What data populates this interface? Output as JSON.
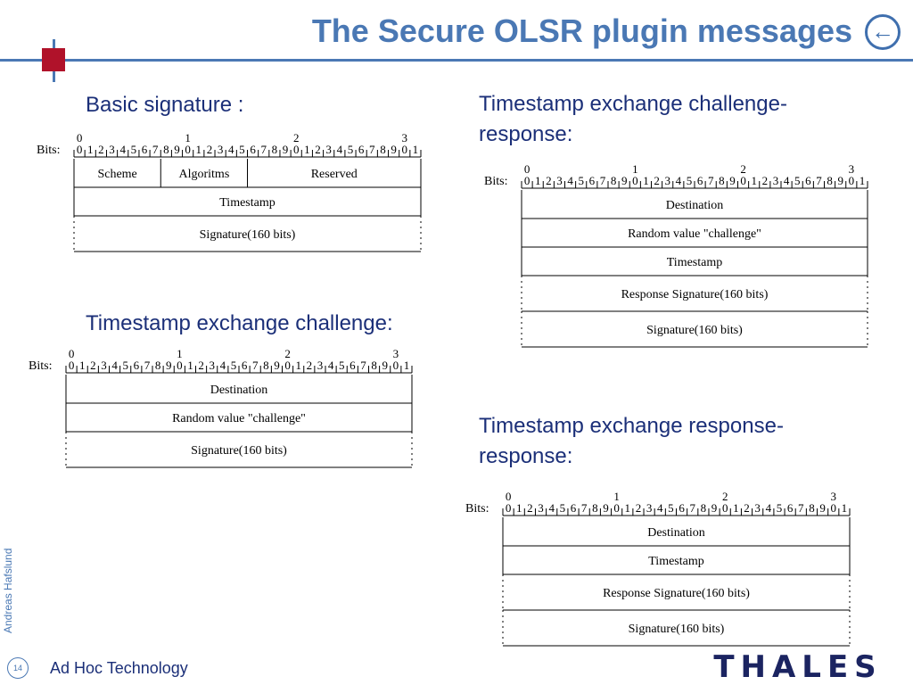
{
  "slide": {
    "title": "The Secure OLSR plugin messages",
    "back_icon": "back-arrow-icon",
    "author": "Andreas Hafslund",
    "page_number": "14",
    "footer": "Ad Hoc Technology",
    "logo_text": "THALES",
    "colors": {
      "title": "#4a78b4",
      "rule": "#4a78b4",
      "accent_square": "#b0122a",
      "heading": "#1b2f78",
      "logo": "#1b2461"
    }
  },
  "bits_label": "Bits:",
  "bit_numbers": [
    "0",
    "1",
    "2",
    "3",
    "4",
    "5",
    "6",
    "7",
    "8",
    "9",
    "0",
    "1",
    "2",
    "3",
    "4",
    "5",
    "6",
    "7",
    "8",
    "9",
    "0",
    "1",
    "2",
    "3",
    "4",
    "5",
    "6",
    "7",
    "8",
    "9",
    "0",
    "1"
  ],
  "tens_markers": [
    "0",
    "1",
    "2",
    "3"
  ],
  "sections": [
    {
      "heading": "Basic signature :",
      "rows": [
        {
          "cells": [
            {
              "label": "Scheme",
              "bits": 8
            },
            {
              "label": "Algoritms",
              "bits": 8
            },
            {
              "label": "Reserved",
              "bits": 16
            }
          ]
        },
        {
          "cells": [
            {
              "label": "Timestamp",
              "bits": 32
            }
          ]
        },
        {
          "cells": [
            {
              "label": "Signature(160 bits)",
              "bits": 32
            }
          ],
          "variable": true
        }
      ]
    },
    {
      "heading": "Timestamp exchange challenge:",
      "rows": [
        {
          "cells": [
            {
              "label": "Destination",
              "bits": 32
            }
          ]
        },
        {
          "cells": [
            {
              "label": "Random value \"challenge\"",
              "bits": 32
            }
          ]
        },
        {
          "cells": [
            {
              "label": "Signature(160 bits)",
              "bits": 32
            }
          ],
          "variable": true
        }
      ]
    },
    {
      "heading": "Timestamp exchange challenge-response:",
      "rows": [
        {
          "cells": [
            {
              "label": "Destination",
              "bits": 32
            }
          ]
        },
        {
          "cells": [
            {
              "label": "Random value \"challenge\"",
              "bits": 32
            }
          ]
        },
        {
          "cells": [
            {
              "label": "Timestamp",
              "bits": 32
            }
          ]
        },
        {
          "cells": [
            {
              "label": "Response Signature(160 bits)",
              "bits": 32
            }
          ],
          "variable": true
        },
        {
          "cells": [
            {
              "label": "Signature(160 bits)",
              "bits": 32
            }
          ],
          "variable": true
        }
      ]
    },
    {
      "heading": "Timestamp exchange response-response:",
      "rows": [
        {
          "cells": [
            {
              "label": "Destination",
              "bits": 32
            }
          ]
        },
        {
          "cells": [
            {
              "label": "Timestamp",
              "bits": 32
            }
          ]
        },
        {
          "cells": [
            {
              "label": "Response Signature(160 bits)",
              "bits": 32
            }
          ],
          "variable": true
        },
        {
          "cells": [
            {
              "label": "Signature(160 bits)",
              "bits": 32
            }
          ],
          "variable": true
        }
      ]
    }
  ]
}
